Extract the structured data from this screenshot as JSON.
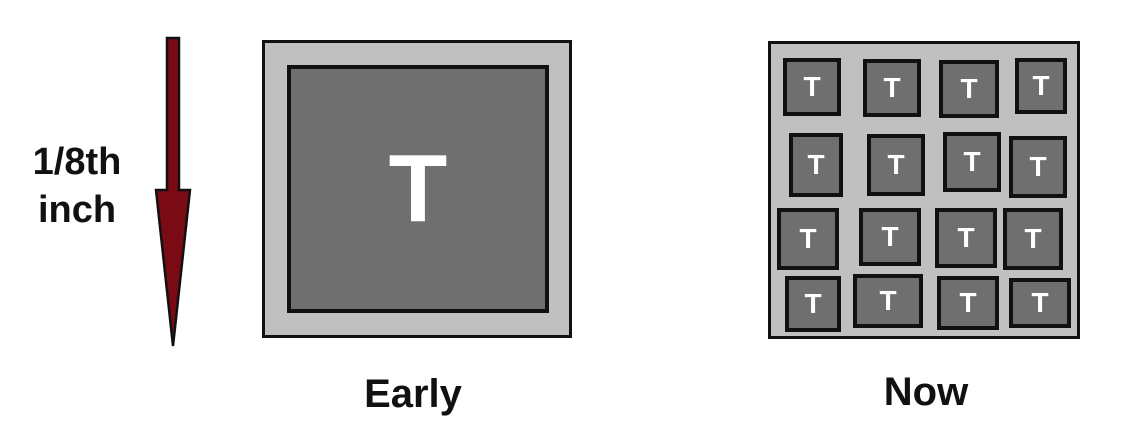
{
  "scale": {
    "label_line1": "1/8th",
    "label_line2": "inch"
  },
  "early": {
    "caption": "Early",
    "die_label": "T"
  },
  "now": {
    "caption": "Now",
    "die_label": "T",
    "die_count": 16
  },
  "colors": {
    "arrow": "#7a0a14",
    "frame": "#c0c0c0",
    "die": "#6f6f6f",
    "outline": "#111111",
    "die_text": "#ffffff"
  }
}
